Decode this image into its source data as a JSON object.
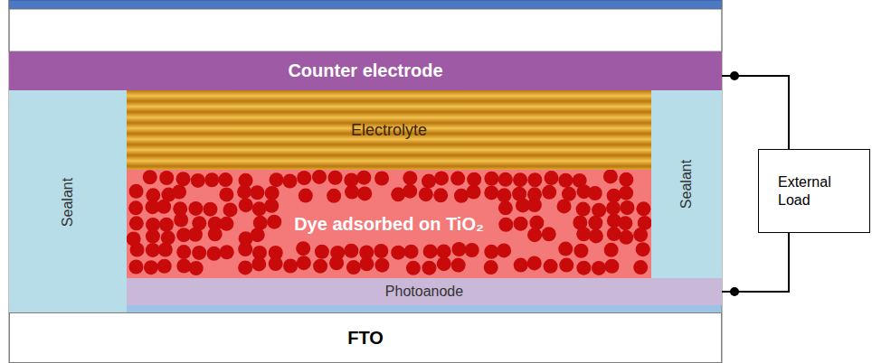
{
  "diagram": {
    "nodes": [
      {
        "text": [
          "Counter electrode"
        ]
      },
      {
        "text": [
          "Sealant"
        ]
      },
      {
        "text": [
          "Electrolyte"
        ]
      },
      {
        "text": [
          "Dye adsorbed on TiO₂"
        ]
      },
      {
        "text": [
          "Sealant"
        ]
      },
      {
        "text": [
          "Photoanode"
        ]
      },
      {
        "text": [
          "FTO"
        ]
      },
      {
        "text": [
          "External Load"
        ]
      }
    ],
    "edges": [
      {
        "from": 0,
        "to": 7,
        "arrow": "none"
      },
      {
        "from": 7,
        "to": 5,
        "arrow": "none"
      }
    ]
  }
}
